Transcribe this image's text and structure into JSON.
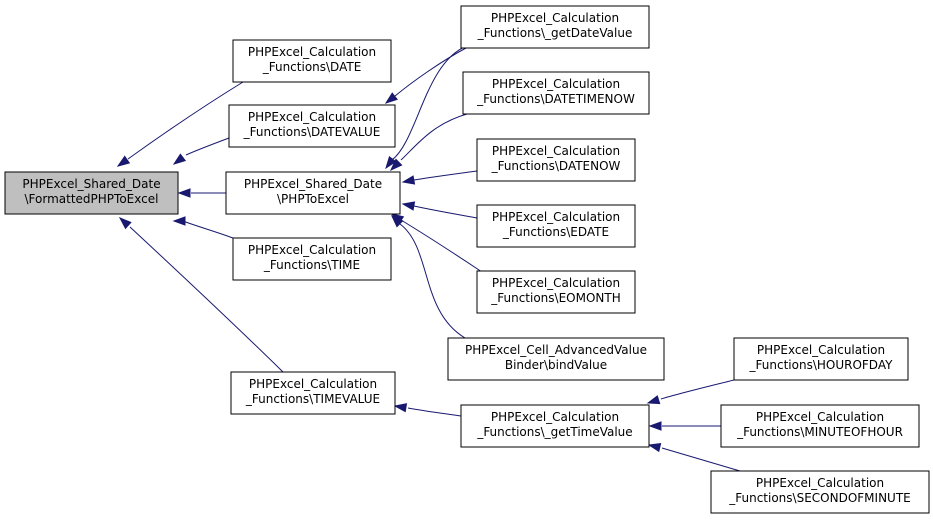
{
  "nodes": [
    {
      "id": "n0",
      "lines": [
        "PHPExcel_Shared_Date",
        "\\FormattedPHPToExcel"
      ],
      "focus": true
    },
    {
      "id": "n1",
      "lines": [
        "PHPExcel_Calculation",
        "_Functions\\DATE"
      ]
    },
    {
      "id": "n2",
      "lines": [
        "PHPExcel_Calculation",
        "_Functions\\DATEVALUE"
      ]
    },
    {
      "id": "n3",
      "lines": [
        "PHPExcel_Shared_Date",
        "\\PHPToExcel"
      ]
    },
    {
      "id": "n4",
      "lines": [
        "PHPExcel_Calculation",
        "_Functions\\TIME"
      ]
    },
    {
      "id": "n5",
      "lines": [
        "PHPExcel_Calculation",
        "_Functions\\TIMEVALUE"
      ]
    },
    {
      "id": "n6",
      "lines": [
        "PHPExcel_Calculation",
        "_Functions\\_getDateValue"
      ]
    },
    {
      "id": "n7",
      "lines": [
        "PHPExcel_Calculation",
        "_Functions\\DATETIMENOW"
      ]
    },
    {
      "id": "n8",
      "lines": [
        "PHPExcel_Calculation",
        "_Functions\\DATENOW"
      ]
    },
    {
      "id": "n9",
      "lines": [
        "PHPExcel_Calculation",
        "_Functions\\EDATE"
      ]
    },
    {
      "id": "n10",
      "lines": [
        "PHPExcel_Calculation",
        "_Functions\\EOMONTH"
      ]
    },
    {
      "id": "n11",
      "lines": [
        "PHPExcel_Cell_AdvancedValue",
        "Binder\\bindValue"
      ]
    },
    {
      "id": "n12",
      "lines": [
        "PHPExcel_Calculation",
        "_Functions\\_getTimeValue"
      ]
    },
    {
      "id": "n13",
      "lines": [
        "PHPExcel_Calculation",
        "_Functions\\HOUROFDAY"
      ]
    },
    {
      "id": "n14",
      "lines": [
        "PHPExcel_Calculation",
        "_Functions\\MINUTEOFHOUR"
      ]
    },
    {
      "id": "n15",
      "lines": [
        "PHPExcel_Calculation",
        "_Functions\\SECONDOFMINUTE"
      ]
    }
  ],
  "edges": [
    {
      "from": "n1",
      "to": "n0"
    },
    {
      "from": "n2",
      "to": "n0"
    },
    {
      "from": "n3",
      "to": "n0"
    },
    {
      "from": "n4",
      "to": "n0"
    },
    {
      "from": "n5",
      "to": "n0"
    },
    {
      "from": "n6",
      "to": "n2"
    },
    {
      "from": "n6",
      "to": "n3"
    },
    {
      "from": "n7",
      "to": "n3"
    },
    {
      "from": "n8",
      "to": "n3"
    },
    {
      "from": "n9",
      "to": "n3"
    },
    {
      "from": "n10",
      "to": "n3"
    },
    {
      "from": "n11",
      "to": "n3"
    },
    {
      "from": "n12",
      "to": "n5"
    },
    {
      "from": "n13",
      "to": "n12"
    },
    {
      "from": "n14",
      "to": "n12"
    },
    {
      "from": "n15",
      "to": "n12"
    }
  ],
  "colors": {
    "edge": "#191970",
    "focus_fill": "#bfbfbf",
    "node_fill": "#ffffff"
  }
}
